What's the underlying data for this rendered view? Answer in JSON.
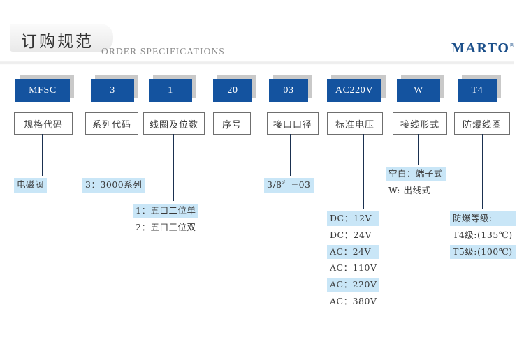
{
  "header": {
    "title_cn": "订购规范",
    "title_en": "ORDER SPECIFICATIONS",
    "logo_text": "MARTO",
    "logo_mark": "®",
    "brand_color": "#1b4f8a"
  },
  "style": {
    "code_box_color": "#14539f",
    "code_shadow_color": "#c9c9c9",
    "highlight_color": "#c9e6f7",
    "line_color": "#1a3050",
    "label_border_color": "#6f6f6f"
  },
  "columns": [
    {
      "code": "MFSC",
      "label": "规格代码",
      "has_connector": true,
      "details": [
        {
          "text": "电磁阀",
          "highlight": true
        }
      ]
    },
    {
      "code": "3",
      "label": "系列代码",
      "has_connector": true,
      "details": [
        {
          "text": "3：3000系列",
          "highlight": true
        }
      ]
    },
    {
      "code": "1",
      "label": "线圈及位数",
      "has_connector": true,
      "details": [
        {
          "text": "1：五口二位单",
          "highlight": true
        },
        {
          "text": "2：五口三位双",
          "highlight": false
        }
      ]
    },
    {
      "code": "20",
      "label": "序号",
      "has_connector": false,
      "details": []
    },
    {
      "code": "03",
      "label": "接口口径",
      "has_connector": true,
      "details": [
        {
          "text": "3/8〞=03",
          "highlight": true
        }
      ]
    },
    {
      "code": "AC220V",
      "label": "标准电压",
      "has_connector": true,
      "details": [
        {
          "text": "DC：12V",
          "highlight": true
        },
        {
          "text": "DC：24V",
          "highlight": false
        },
        {
          "text": "AC：24V",
          "highlight": true
        },
        {
          "text": "AC：110V",
          "highlight": false
        },
        {
          "text": "AC：220V",
          "highlight": true
        },
        {
          "text": "AC：380V",
          "highlight": false
        }
      ]
    },
    {
      "code": "W",
      "label": "接线形式",
      "has_connector": true,
      "details": [
        {
          "text": "空白：端子式",
          "highlight": true
        },
        {
          "text": "W: 出线式",
          "highlight": false
        }
      ]
    },
    {
      "code": "T4",
      "label": "防爆线圈",
      "has_connector": true,
      "details": [
        {
          "text": "防爆等级:",
          "highlight": true
        },
        {
          "text": "T4级:(135℃)",
          "highlight": false
        },
        {
          "text": "T5级:(100℃)",
          "highlight": true
        }
      ]
    }
  ]
}
